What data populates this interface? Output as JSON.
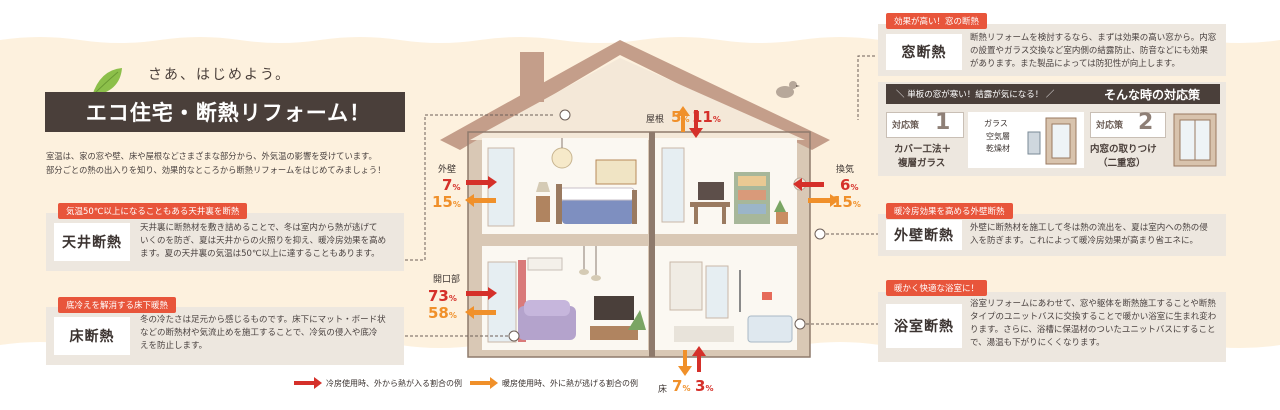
{
  "intro": {
    "subtitle": "さあ、はじめよう。",
    "title": "エコ住宅・断熱リフォーム！",
    "body_line1": "室温は、家の窓や壁、床や屋根などさまざまな部分から、外気温の影響を受けています。",
    "body_line2": "部分ごとの熱の出入りを知り、効果的なところから断熱リフォームをはじめてみましょう！"
  },
  "sections": {
    "ceiling": {
      "tag": "気温50℃以上になることもある天井裏を断熱",
      "name": "天井断熱",
      "line1": "天井裏に断熱材を敷き詰めることで、冬は室内から熱が逃げて",
      "line2": "いくのを防ぎ、夏は天井からの火照りを抑え、暖冷房効果を高め",
      "line3": "ます。夏の天井裏の気温は50℃以上に達することもあります。"
    },
    "floor": {
      "tag": "底冷えを解消する床下暖熱",
      "name": "床断熱",
      "line1": "冬の冷たさは足元から感じるものです。床下にマット・ボード状",
      "line2": "などの断熱材や気流止めを施工することで、冷気の侵入や底冷",
      "line3": "えを防止します。"
    },
    "window": {
      "tag": "効果が高い！窓の断熱",
      "name": "窓断熱",
      "line1": "断熱リフォームを検討するなら、まずは効果の高い窓から。内窓",
      "line2": "の設置やガラス交換など室内側の結露防止、防音などにも効果",
      "line3": "があります。また製品によっては防犯性が向上します。"
    },
    "wall": {
      "tag": "暖冷房効果を高める外壁断熱",
      "name": "外壁断熱",
      "line1": "外壁に断熱材を施工して冬は熱の流出を、夏は室内への熱の侵",
      "line2": "入を防ぎます。これによって暖冷房効果が高まり省エネに。"
    },
    "bath": {
      "tag": "暖かく快適な浴室に！",
      "name": "浴室断熱",
      "line1": "浴室リフォームにあわせて、窓や躯体を断熱施工することや断熱",
      "line2": "タイプのユニットバスに交換することで暖かい浴室に生まれ変わ",
      "line3": "ります。さらに、浴槽に保温材のついたユニットバスにすること",
      "line4": "で、湯温も下がりにくくなります。"
    }
  },
  "measures": {
    "banner_left": "＼ 単板の窓が寒い！結露が気になる！ ／",
    "banner_right": "そんな時の対応策",
    "m1_label": "対応策",
    "m1_num": "1",
    "m1_desc1": "カバー工法＋",
    "m1_desc2": "複層ガラス",
    "glass_label": "ガラス",
    "air_label": "空気層",
    "dry_label": "乾燥材",
    "m2_label": "対応策",
    "m2_num": "2",
    "m2_desc1": "内窓の取りつけ",
    "m2_desc2": "（二重窓）"
  },
  "house": {
    "roof_label": "屋根",
    "roof_out": "5",
    "roof_in": "11",
    "wall_label": "外壁",
    "wall_in": "7",
    "wall_out": "15",
    "vent_label": "換気",
    "vent_in": "6",
    "vent_out": "15",
    "open_label": "開口部",
    "open_in": "73",
    "open_out": "58",
    "floor_label": "床",
    "floor_out": "7",
    "floor_in": "3",
    "pct": "%"
  },
  "legend": {
    "red_text": "冷房使用時、外から熱が入る割合の例",
    "orange_text": "暖房使用時、外に熱が逃げる割合の例"
  },
  "colors": {
    "accent_red": "#e8553b",
    "heat_in": "#d5302a",
    "heat_out": "#f0902a",
    "dark_label": "#4a3f3a",
    "card": "#ede7df",
    "cream": "#fdf1de"
  }
}
